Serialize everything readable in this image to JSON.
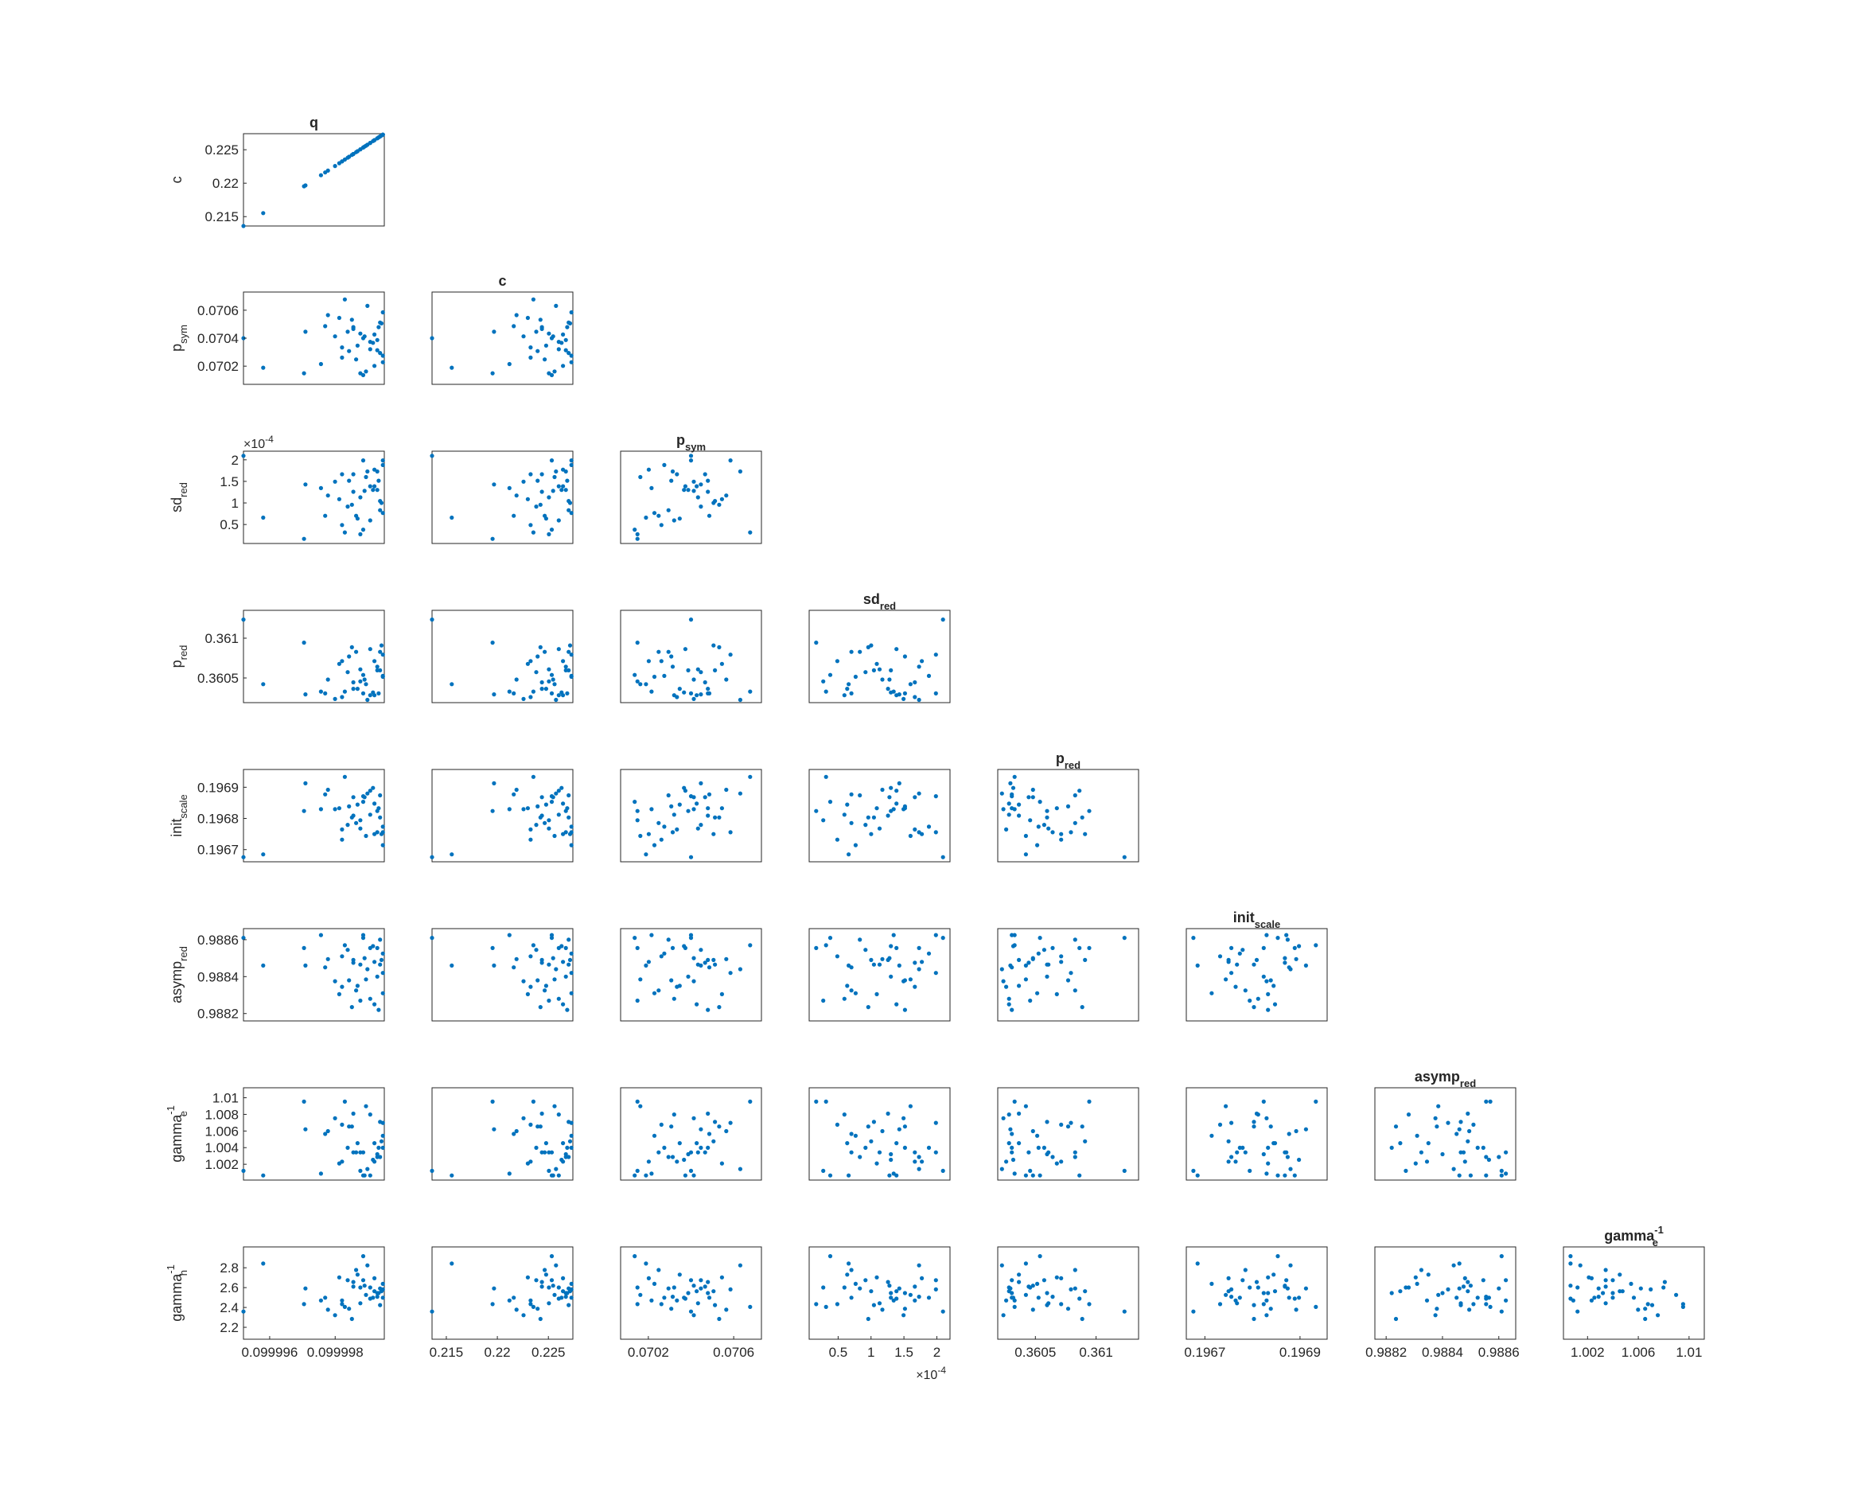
{
  "chart_data": {
    "type": "scatter",
    "layout": "lower-triangular-matrix",
    "marker_color": "#0072BD",
    "grid": false,
    "legend": "none",
    "parameters": [
      {
        "name": "q",
        "title": "q",
        "ylabel": "",
        "lim": [
          0.0999952,
          0.0999995
        ],
        "xticks": [
          {
            "v": 0.099996,
            "label": "0.099996"
          },
          {
            "v": 0.099998,
            "label": "0.099998"
          }
        ],
        "yticks": [],
        "exp_x": ""
      },
      {
        "name": "c",
        "title": "c",
        "ylabel": "c",
        "lim": [
          0.2136,
          0.2274
        ],
        "xticks": [
          {
            "v": 0.215,
            "label": "0.215"
          },
          {
            "v": 0.22,
            "label": "0.22"
          },
          {
            "v": 0.225,
            "label": "0.225"
          }
        ],
        "yticks": [
          {
            "v": 0.215,
            "label": "0.215"
          },
          {
            "v": 0.22,
            "label": "0.22"
          },
          {
            "v": 0.225,
            "label": "0.225"
          }
        ],
        "exp_x": ""
      },
      {
        "name": "p_sym",
        "title": "p",
        "title_sub": "sym",
        "ylabel": "p",
        "ylabel_sub": "sym",
        "lim": [
          0.07007,
          0.07073
        ],
        "xticks": [
          {
            "v": 0.0702,
            "label": "0.0702"
          },
          {
            "v": 0.0706,
            "label": "0.0706"
          }
        ],
        "yticks": [
          {
            "v": 0.0702,
            "label": "0.0702"
          },
          {
            "v": 0.0704,
            "label": "0.0704"
          },
          {
            "v": 0.0706,
            "label": "0.0706"
          }
        ],
        "exp_x": ""
      },
      {
        "name": "sd_red",
        "title": "sd",
        "title_sub": "red",
        "ylabel": "sd",
        "ylabel_sub": "red",
        "lim": [
          6e-06,
          0.00022
        ],
        "xticks": [
          {
            "v": 5e-05,
            "label": "0.5"
          },
          {
            "v": 0.0001,
            "label": "1"
          },
          {
            "v": 0.00015,
            "label": "1.5"
          },
          {
            "v": 0.0002,
            "label": "2"
          }
        ],
        "yticks": [
          {
            "v": 5e-05,
            "label": "0.5"
          },
          {
            "v": 0.0001,
            "label": "1"
          },
          {
            "v": 0.00015,
            "label": "1.5"
          },
          {
            "v": 0.0002,
            "label": "2"
          }
        ],
        "exp_x": "-4",
        "exp_y": "-4"
      },
      {
        "name": "p_red",
        "title": "p",
        "title_sub": "red",
        "ylabel": "p",
        "ylabel_sub": "red",
        "lim": [
          0.36019,
          0.36135
        ],
        "xticks": [
          {
            "v": 0.3605,
            "label": "0.3605"
          },
          {
            "v": 0.361,
            "label": "0.361"
          }
        ],
        "yticks": [
          {
            "v": 0.3605,
            "label": "0.3605"
          },
          {
            "v": 0.361,
            "label": "0.361"
          }
        ],
        "exp_x": ""
      },
      {
        "name": "init_scale",
        "title": "init",
        "title_sub": "scale",
        "ylabel": "init",
        "ylabel_sub": "scale",
        "lim": [
          0.196661,
          0.196957
        ],
        "xticks": [
          {
            "v": 0.1967,
            "label": "0.1967"
          },
          {
            "v": 0.1969,
            "label": "0.1969"
          }
        ],
        "yticks": [
          {
            "v": 0.1967,
            "label": "0.1967"
          },
          {
            "v": 0.1968,
            "label": "0.1968"
          },
          {
            "v": 0.1969,
            "label": "0.1969"
          }
        ],
        "exp_x": ""
      },
      {
        "name": "asymp_red",
        "title": "asymp",
        "title_sub": "red",
        "ylabel": "asymp",
        "ylabel_sub": "red",
        "lim": [
          0.98816,
          0.98866
        ],
        "xticks": [
          {
            "v": 0.9882,
            "label": "0.9882"
          },
          {
            "v": 0.9884,
            "label": "0.9884"
          },
          {
            "v": 0.9886,
            "label": "0.9886"
          }
        ],
        "yticks": [
          {
            "v": 0.9882,
            "label": "0.9882"
          },
          {
            "v": 0.9884,
            "label": "0.9884"
          },
          {
            "v": 0.9886,
            "label": "0.9886"
          }
        ],
        "exp_x": ""
      },
      {
        "name": "gamma_e_inv",
        "title": "gamma",
        "title_sub": "e",
        "title_sup": "-1",
        "ylabel": "gamma",
        "ylabel_sub": "e",
        "ylabel_sup": "-1",
        "lim": [
          1.0001,
          1.0112
        ],
        "xticks": [
          {
            "v": 1.002,
            "label": "1.002"
          },
          {
            "v": 1.006,
            "label": "1.006"
          },
          {
            "v": 1.01,
            "label": "1.01"
          }
        ],
        "yticks": [
          {
            "v": 1.002,
            "label": "1.002"
          },
          {
            "v": 1.004,
            "label": "1.004"
          },
          {
            "v": 1.006,
            "label": "1.006"
          },
          {
            "v": 1.008,
            "label": "1.008"
          },
          {
            "v": 1.01,
            "label": "1.01"
          }
        ],
        "exp_x": ""
      },
      {
        "name": "gamma_h_inv",
        "title": "gamma",
        "title_sub": "h",
        "title_sup": "-1",
        "ylabel": "gamma",
        "ylabel_sub": "h",
        "ylabel_sup": "-1",
        "lim": [
          2.08,
          3.01
        ],
        "xticks": [],
        "yticks": [
          {
            "v": 2.2,
            "label": "2.2"
          },
          {
            "v": 2.4,
            "label": "2.4"
          },
          {
            "v": 2.6,
            "label": "2.6"
          },
          {
            "v": 2.8,
            "label": "2.8"
          }
        ],
        "exp_x": ""
      }
    ],
    "samples_u": [
      [
        0.0,
        0.5,
        0.95,
        0.9,
        0.05,
        0.9,
        0.1,
        0.3
      ],
      [
        0.14,
        0.18,
        0.28,
        0.2,
        0.08,
        0.6,
        0.05,
        0.82
      ],
      [
        0.44,
        0.57,
        0.64,
        0.09,
        0.85,
        0.6,
        0.55,
        0.55
      ],
      [
        0.58,
        0.63,
        0.3,
        0.1,
        0.73,
        0.58,
        0.5,
        0.45
      ],
      [
        0.6,
        0.75,
        0.52,
        0.25,
        0.78,
        0.67,
        0.53,
        0.32
      ],
      [
        0.72,
        0.92,
        0.12,
        0.12,
        0.92,
        0.82,
        0.85,
        0.35
      ],
      [
        0.83,
        0.55,
        0.5,
        0.36,
        0.36,
        0.61,
        0.3,
        0.39
      ],
      [
        0.93,
        0.2,
        0.8,
        0.45,
        0.3,
        0.64,
        0.2,
        0.66
      ],
      [
        0.77,
        0.7,
        0.42,
        0.6,
        0.48,
        0.15,
        0.58,
        0.22
      ],
      [
        0.85,
        0.1,
        0.15,
        0.3,
        0.65,
        0.9,
        0.05,
        0.9
      ],
      [
        0.7,
        0.4,
        0.75,
        0.06,
        0.35,
        0.37,
        0.2,
        0.42
      ],
      [
        0.9,
        0.38,
        0.25,
        0.08,
        0.51,
        0.24,
        0.71,
        0.56
      ],
      [
        0.8,
        0.27,
        0.3,
        0.55,
        0.42,
        0.33,
        0.3,
        0.75
      ],
      [
        0.96,
        0.62,
        0.68,
        0.1,
        0.58,
        0.12,
        0.35,
        0.5
      ],
      [
        0.88,
        0.85,
        0.78,
        0.03,
        0.74,
        0.56,
        0.12,
        0.8
      ],
      [
        0.83,
        0.12,
        0.1,
        0.23,
        0.45,
        0.22,
        0.1,
        0.56
      ],
      [
        0.95,
        0.48,
        0.58,
        0.35,
        0.55,
        0.48,
        0.28,
        0.5
      ],
      [
        0.7,
        0.29,
        0.2,
        0.45,
        0.24,
        0.7,
        0.6,
        0.38
      ],
      [
        0.78,
        0.62,
        0.56,
        0.15,
        0.5,
        0.66,
        0.72,
        0.62
      ],
      [
        0.99,
        0.78,
        0.9,
        0.52,
        0.32,
        0.52,
        0.62,
        0.54
      ],
      [
        0.97,
        0.34,
        0.36,
        0.55,
        0.72,
        0.88,
        0.25,
        0.55
      ],
      [
        0.86,
        0.52,
        0.57,
        0.25,
        0.7,
        0.68,
        0.05,
        0.58
      ],
      [
        0.92,
        0.45,
        0.58,
        0.11,
        0.8,
        0.81,
        0.22,
        0.45
      ],
      [
        0.74,
        0.57,
        0.4,
        0.33,
        0.4,
        0.77,
        0.35,
        0.64
      ],
      [
        0.99,
        0.24,
        0.33,
        0.28,
        0.18,
        0.3,
        0.48,
        0.6
      ],
      [
        0.68,
        0.72,
        0.48,
        0.42,
        0.58,
        0.29,
        0.18,
        0.67
      ],
      [
        0.93,
        0.54,
        0.62,
        0.08,
        0.63,
        0.18,
        0.4,
        0.52
      ],
      [
        0.87,
        0.14,
        0.72,
        0.2,
        0.28,
        0.45,
        0.8,
        0.48
      ],
      [
        0.97,
        0.67,
        0.46,
        0.35,
        0.48,
        0.61,
        0.63,
        0.37
      ],
      [
        0.81,
        0.42,
        0.27,
        0.15,
        0.62,
        0.38,
        0.4,
        0.7
      ],
      [
        0.99,
        0.31,
        0.85,
        0.29,
        0.38,
        0.73,
        0.35,
        0.45
      ],
      [
        0.75,
        0.36,
        0.68,
        0.5,
        0.6,
        0.44,
        0.58,
        0.33
      ],
      [
        0.9,
        0.46,
        0.62,
        0.58,
        0.77,
        0.79,
        0.05,
        0.44
      ],
      [
        0.65,
        0.52,
        0.67,
        0.04,
        0.57,
        0.43,
        0.67,
        0.26
      ],
      [
        0.98,
        0.66,
        0.44,
        0.62,
        0.3,
        0.66,
        0.42,
        0.52
      ],
      [
        0.55,
        0.22,
        0.6,
        0.12,
        0.57,
        0.93,
        0.07,
        0.42
      ],
      [
        0.85,
        0.5,
        0.9,
        0.1,
        0.71,
        0.93,
        0.3,
        0.64
      ],
      [
        0.43,
        0.12,
        0.05,
        0.65,
        0.55,
        0.79,
        0.85,
        0.38
      ],
      [
        0.78,
        0.6,
        0.75,
        0.22,
        0.7,
        0.63,
        0.3,
        0.57
      ],
      [
        0.95,
        0.37,
        0.78,
        0.39,
        0.32,
        0.79,
        0.25,
        0.46
      ]
    ]
  }
}
